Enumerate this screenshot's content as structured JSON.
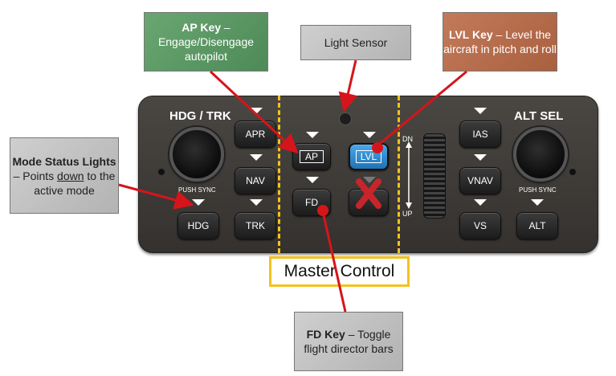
{
  "panel": {
    "hdg_title": "HDG / TRK",
    "alt_title": "ALT SEL",
    "push_sync_left": "PUSH SYNC",
    "push_sync_right": "PUSH SYNC",
    "keys": {
      "hdg": "HDG",
      "apr": "APR",
      "nav": "NAV",
      "trk": "TRK",
      "ap": "AP",
      "fd": "FD",
      "lvl": "LVL",
      "ias": "IAS",
      "vnav": "VNAV",
      "vs": "VS",
      "alt": "ALT"
    },
    "wheel_dn": "DN",
    "wheel_up": "UP"
  },
  "callouts": {
    "ap": {
      "bold": "AP Key",
      "text": " – Engage/Disengage autopilot"
    },
    "light": {
      "text": "Light Sensor"
    },
    "lvl": {
      "bold": "LVL Key",
      "text": " – Level the aircraft in pitch and roll"
    },
    "mode": {
      "bold": "Mode Status Lights",
      "text": " – Points ",
      "underline": "down",
      "text2": " to the active mode"
    },
    "fd": {
      "bold": "FD Key",
      "text": " – Toggle flight director bars"
    }
  },
  "master_control": "Master Control",
  "colors": {
    "ap_callout": "#5e9a66",
    "lvl_callout": "#b96f50",
    "dashed": "#f3c21d",
    "master_border": "#f3c21d",
    "lvl_key": "#2f8fd3",
    "arrow": "#d5151b",
    "x_mark": "#c8252a"
  }
}
